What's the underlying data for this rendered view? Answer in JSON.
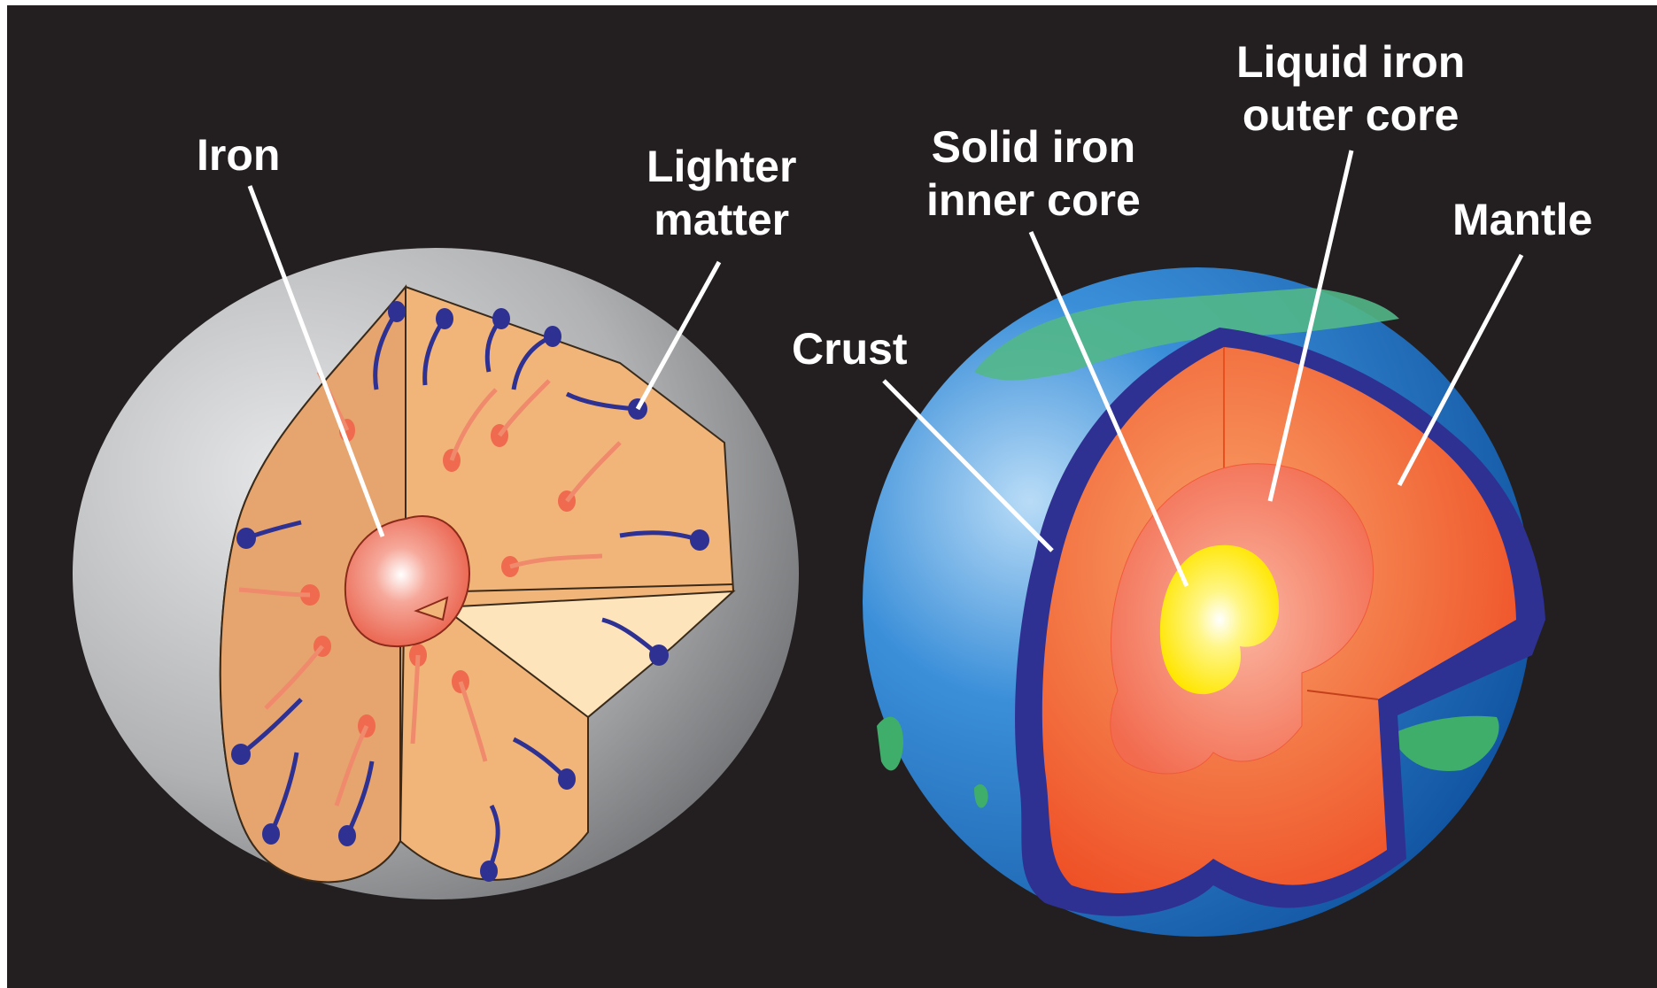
{
  "labels": {
    "iron": "Iron",
    "lighter_matter": [
      "Lighter",
      "matter"
    ],
    "crust": "Crust",
    "solid_inner_core": [
      "Solid iron",
      "inner core"
    ],
    "liquid_outer_core": [
      "Liquid iron",
      "outer core"
    ],
    "mantle": "Mantle"
  },
  "colors": {
    "background": "#231f20",
    "early_earth_shell": "#b3b4b6",
    "early_earth_interior": "#f2b579",
    "iron_droplets": "#ef6a4e",
    "light_matter_droplets": "#2e3192",
    "iron_core": "#f08a7a",
    "ocean": "#2f7fd0",
    "land": "#3fae6a",
    "crust": "#2e3192",
    "mantle": "#f2672a",
    "outer_core": "#f58e6e",
    "inner_core": "#fff200"
  }
}
